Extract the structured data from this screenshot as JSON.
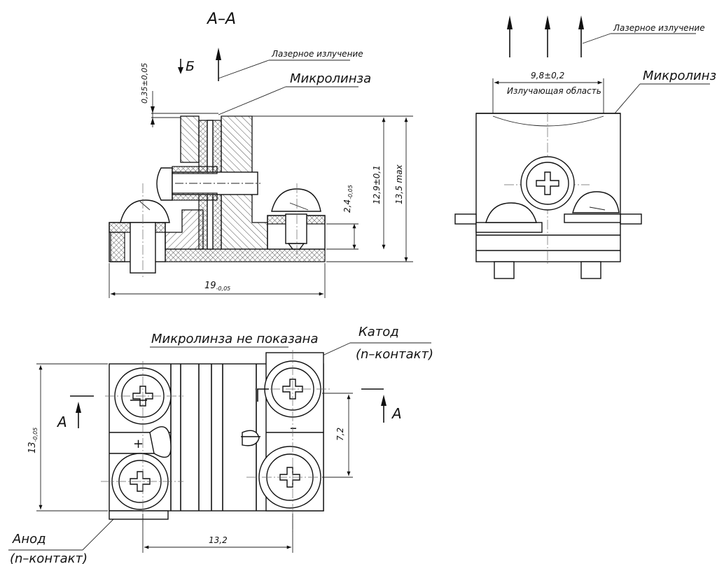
{
  "section_title": "А–А",
  "view_arrow_label": "Б",
  "section": {
    "laser_label": "Лазерное излучение",
    "microlens_label": "Микролинза",
    "dim_offset": "0,35±0,05",
    "dim_24": "2,4",
    "dim_24_tol": "-0,05",
    "dim_129": "12,9±0,1",
    "dim_135": "13,5 max",
    "dim_19": "19",
    "dim_19_tol": "-0,05"
  },
  "side_view": {
    "laser_label": "Лазерное излучение",
    "microlens_label": "Микролинза",
    "dim_98": "9,8±0,2",
    "emitting_label": "Излучающая область"
  },
  "plan_view": {
    "note": "Микролинза не показана",
    "cathode_label": "Катод",
    "cathode_sub": "(n–контакт)",
    "anode_label": "Анод",
    "anode_sub": "(n–контакт)",
    "plus": "+",
    "minus": "–",
    "section_mark_left": "А",
    "section_mark_right": "А",
    "dim_13": "13",
    "dim_13_tol": "-0,05",
    "dim_72": "7,2",
    "dim_132": "13,2"
  },
  "icons": [
    "phillips-screw-icon",
    "arrow-up-icon",
    "arrow-down-icon"
  ]
}
